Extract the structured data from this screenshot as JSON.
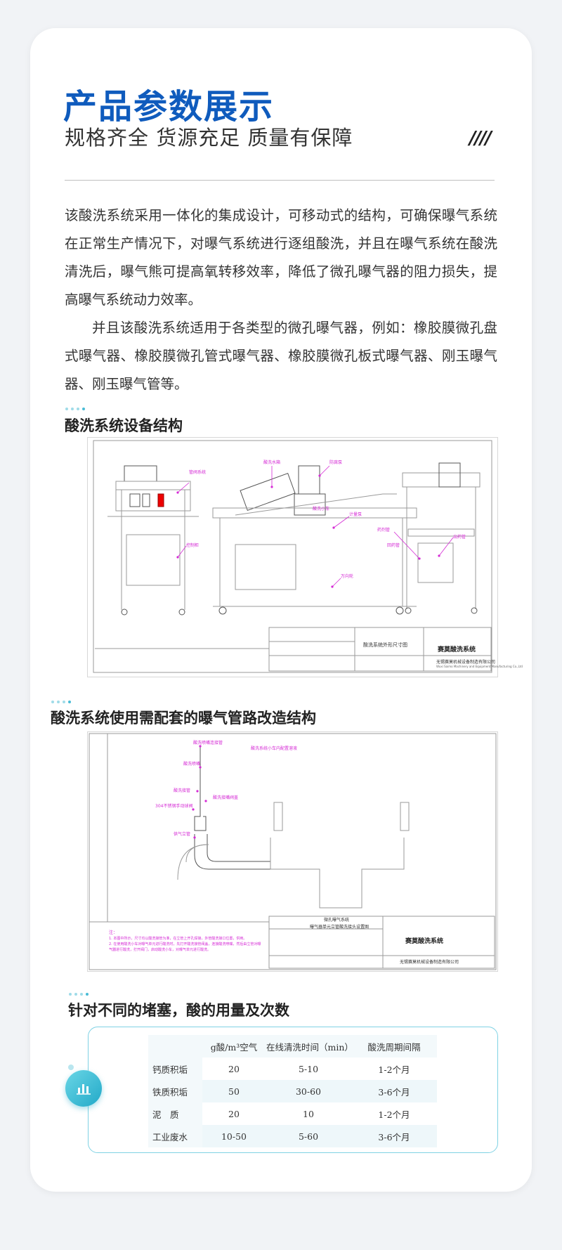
{
  "header": {
    "title": "产品参数展示",
    "subtitle": "规格齐全 货源充足 质量有保障",
    "deco": "////"
  },
  "intro": {
    "p1": "该酸洗系统采用一体化的集成设计，可移动式的结构，可确保曝气系统在正常生产情况下，对曝气系统进行逐组酸洗，并且在曝气系统在酸洗清洗后，曝气熊可提高氧转移效率，降低了微孔曝气器的阻力损失，提高曝气系统动力效率。",
    "p2": "并且该酸洗系统适用于各类型的微孔曝气器，例如：橡胶膜微孔盘式曝气器、橡胶膜微孔管式曝气器、橡胶膜微孔板式曝气器、刚玉曝气器、刚玉曝气管等。"
  },
  "sections": {
    "structure": "酸洗系统设备结构",
    "pipe": "酸洗系统使用需配套的曝气管路改造结构",
    "usage": "针对不同的堵塞，酸的用量及次数"
  },
  "drawing1": {
    "labels": [
      "管阀系统",
      "控制柜",
      "酸洗水箱",
      "万向轮",
      "防腐泵",
      "药剂管",
      "计量泵",
      "酸洗小车",
      "出药管",
      "回药管"
    ],
    "title_block": "酸洗系统外形尺寸图",
    "company_title": "赛莫酸洗系统",
    "company": "无锡赛莫机械设备制造有限公司",
    "company_en": "Wuxi Saimo Machinery and Equipment Manufacturing Co.,Ltd"
  },
  "drawing2": {
    "labels": [
      "酸洗喷嘴连接管",
      "酸洗喷嘴",
      "酸洗接管",
      "酸洗接嘴阀盖",
      "304不锈钢手动球阀",
      "供气立管",
      "酸洗系统小车内配置溶液"
    ],
    "notes_title": "注：",
    "notes": [
      "1. 本图中所示，尺寸均以酸洗接管为准，在立管上开孔焊接，外管酸洗接口位置，供用。",
      "2. 在使用酸洗小车对曝气单元进行酸洗时，先打开酸洗接管阀盖，连接酸洗喷嘴，然后由立管对曝气器进行酸洗，打开阀门，启动酸洗小车，对曝气单元进行酸洗。"
    ],
    "title_block_1": "微孔曝气系统",
    "title_block_2": "曝气器单元立管酸洗接头设置图",
    "company_title": "赛莫酸洗系统",
    "company": "无锡赛莫机械设备制造有限公司"
  },
  "table": {
    "headers": [
      "",
      "g酸/m³空气",
      "在线清洗时间（min）",
      "酸洗周期间隔"
    ],
    "rows": [
      [
        "钙质积垢",
        "20",
        "5-10",
        "1-2个月"
      ],
      [
        "铁质积垢",
        "50",
        "30-60",
        "3-6个月"
      ],
      [
        "泥　质",
        "20",
        "10",
        "1-2个月"
      ],
      [
        "工业废水",
        "10-50",
        "5-60",
        "3-6个月"
      ]
    ]
  },
  "icons": {
    "badge": "bar-chart-icon"
  }
}
